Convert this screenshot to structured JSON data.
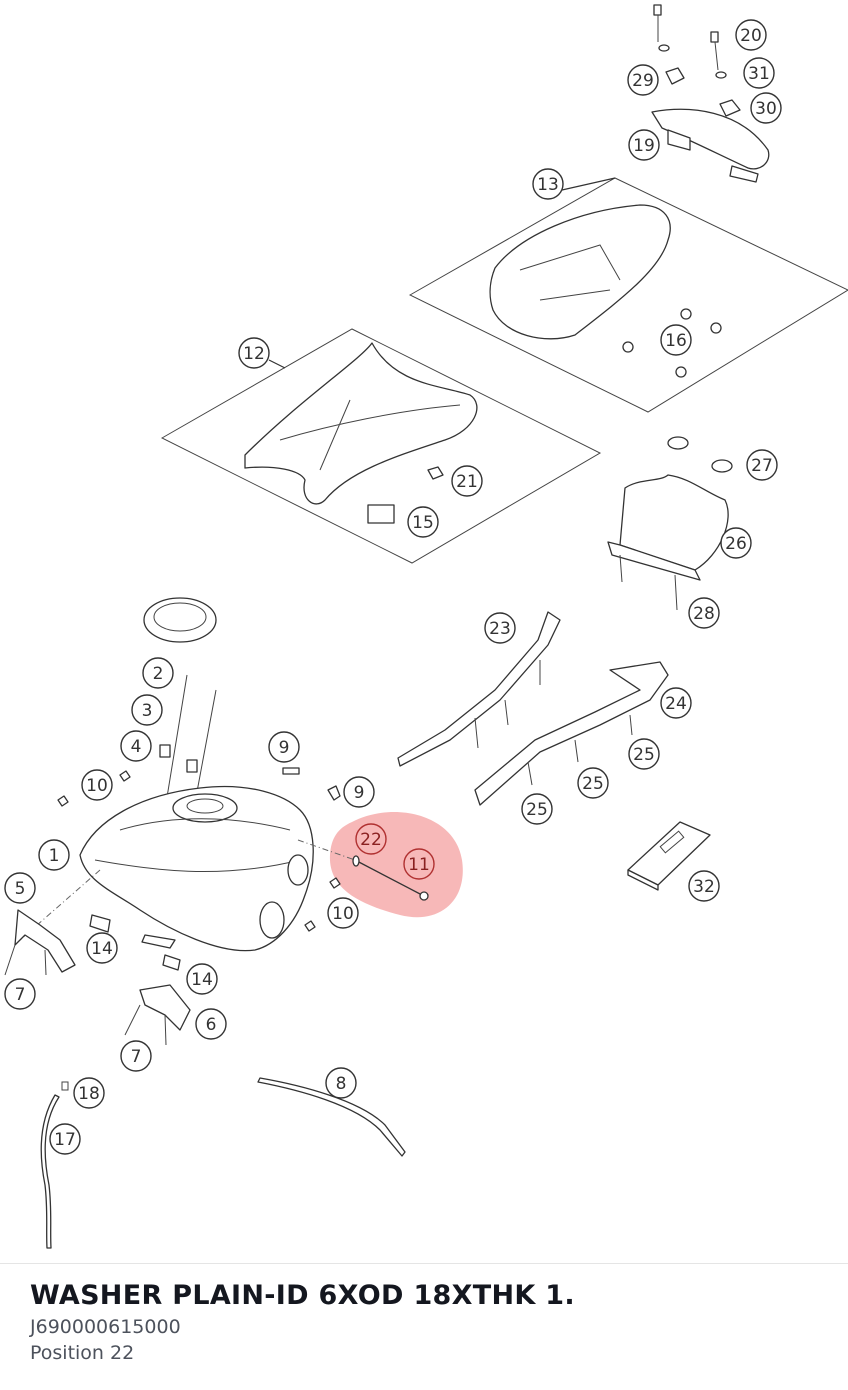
{
  "diagram": {
    "highlight_color": "#f4a0a0",
    "highlighted_callouts": [
      "22",
      "11"
    ],
    "callouts": [
      {
        "id": "c20",
        "label": "20"
      },
      {
        "id": "c29",
        "label": "29"
      },
      {
        "id": "c31",
        "label": "31"
      },
      {
        "id": "c30",
        "label": "30"
      },
      {
        "id": "c19",
        "label": "19"
      },
      {
        "id": "c13",
        "label": "13"
      },
      {
        "id": "c16",
        "label": "16"
      },
      {
        "id": "c12",
        "label": "12"
      },
      {
        "id": "c21",
        "label": "21"
      },
      {
        "id": "c15",
        "label": "15"
      },
      {
        "id": "c27",
        "label": "27"
      },
      {
        "id": "c26",
        "label": "26"
      },
      {
        "id": "c28",
        "label": "28"
      },
      {
        "id": "c23",
        "label": "23"
      },
      {
        "id": "c24",
        "label": "24"
      },
      {
        "id": "c25a",
        "label": "25"
      },
      {
        "id": "c25b",
        "label": "25"
      },
      {
        "id": "c25c",
        "label": "25"
      },
      {
        "id": "c2",
        "label": "2"
      },
      {
        "id": "c3",
        "label": "3"
      },
      {
        "id": "c4",
        "label": "4"
      },
      {
        "id": "c9a",
        "label": "9"
      },
      {
        "id": "c9b",
        "label": "9"
      },
      {
        "id": "c10a",
        "label": "10"
      },
      {
        "id": "c10b",
        "label": "10"
      },
      {
        "id": "c22",
        "label": "22"
      },
      {
        "id": "c11",
        "label": "11"
      },
      {
        "id": "c1",
        "label": "1"
      },
      {
        "id": "c5",
        "label": "5"
      },
      {
        "id": "c14a",
        "label": "14"
      },
      {
        "id": "c14b",
        "label": "14"
      },
      {
        "id": "c7a",
        "label": "7"
      },
      {
        "id": "c7b",
        "label": "7"
      },
      {
        "id": "c6",
        "label": "6"
      },
      {
        "id": "c8",
        "label": "8"
      },
      {
        "id": "c18",
        "label": "18"
      },
      {
        "id": "c17",
        "label": "17"
      },
      {
        "id": "c32",
        "label": "32"
      }
    ]
  },
  "part": {
    "title": "WASHER PLAIN-ID 6XOD 18XTHK 1.",
    "number": "J690000615000",
    "position": "Position 22"
  }
}
